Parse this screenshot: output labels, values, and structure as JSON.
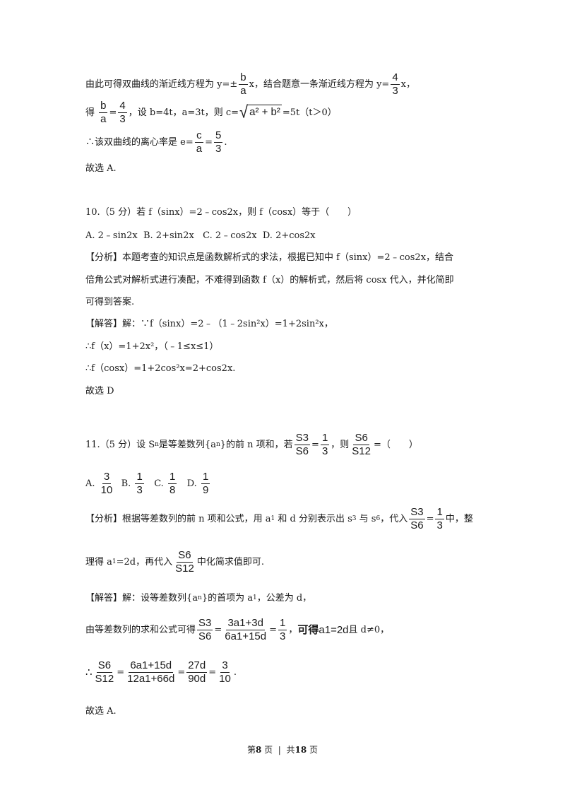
{
  "lines": {
    "l1": {
      "a": "由此可得双曲线的渐近线方程为 y=±",
      "fn": "b",
      "fd": "a",
      "b": "x，结合题意一条渐近线方程为 y=",
      "gn": "4",
      "gd": "3",
      "c": "x，"
    },
    "l2": {
      "a": "得 ",
      "fn": "b",
      "fd": "a",
      "eq": "=",
      "gn": "4",
      "gd": "3",
      "b": "，设 b=4t，a=3t，则 c=",
      "root": "a² + b²",
      "c": "=5t（t＞0）"
    },
    "l3": {
      "a": "∴该双曲线的离心率是 e=",
      "fn": "c",
      "fd": "a",
      "eq": "=",
      "gn": "5",
      "gd": "3",
      "b": "."
    },
    "l4": "故选 A.",
    "q10": "10.（5 分）若 f（sinx）=2﹣cos2x，则 f（cosx）等于（　　）",
    "q10_opts": "A. 2﹣sin2x  B. 2+sin2x   C. 2﹣cos2x  D. 2+cos2x",
    "q10_an1": "【分析】本题考查的知识点是函数解析式的求法，根据已知中 f（sinx）=2﹣cos2x，结合",
    "q10_an2": "倍角公式对解析式进行凑配，不难得到函数 f（x）的解析式，然后将 cosx 代入，并化简即",
    "q10_an3": "可得到答案.",
    "q10_s1": "【解答】解：∵f（sinx）=2﹣（1﹣2sin²x）=1+2sin²x，",
    "q10_s2": "∴f（x）=1+2x²，（﹣1≤x≤1）",
    "q10_s3": "∴f（cosx）=1+2cos²x=2+cos2x.",
    "q10_end": "故选 D",
    "q11": {
      "a": "11.（5 分）设 S",
      "sub_n": "n",
      "b": "是等差数列{a",
      "c": "}的前 n 项和，若",
      "fn": "S3",
      "fd": "S6",
      "eq": "=",
      "gn": "1",
      "gd": "3",
      "d": "，则",
      "hn": "S6",
      "hd": "S12",
      "e": "=（　　）"
    },
    "q11_opts": {
      "A": "A.",
      "An": "3",
      "Ad": "10",
      "B": "B.",
      "Bn": "1",
      "Bd": "3",
      "C": "C.",
      "Cn": "1",
      "Cd": "8",
      "D": "D.",
      "Dn": "1",
      "Dd": "9"
    },
    "q11_an1": {
      "a": "【分析】根据等差数列的前 n 项和公式，用 a",
      "s1": "1",
      "b": " 和 d 分别表示出 s",
      "s3": "3",
      "c": " 与 s",
      "s6": "6",
      "d": "，代入",
      "fn": "S3",
      "fd": "S6",
      "eq": "=",
      "gn": "1",
      "gd": "3",
      "e": "中，整"
    },
    "q11_an2": {
      "a": "理得 a",
      "s1": "1",
      "b": "=2d，再代入",
      "fn": "S6",
      "fd": "S12",
      "c": "中化简求值即可."
    },
    "q11_s1": {
      "a": "【解答】解：设等差数列{a",
      "sn": "n",
      "b": "}的首项为 a",
      "s1": "1",
      "c": "，公差为 d，"
    },
    "q11_s2": {
      "a": "由等差数列的求和公式可得",
      "fn": "S3",
      "fd": "S6",
      "eq1": "=",
      "gn": "3a1+3d",
      "gd": "6a1+15d",
      "eq2": "=",
      "hn": "1",
      "hd": "3",
      "b": "，",
      "c": "可得",
      "d": "a1=2d",
      "e": "且 d≠0，"
    },
    "q11_s3": {
      "a": "∴",
      "fn": "S6",
      "fd": "S12",
      "eq1": "=",
      "gn": "6a1+15d",
      "gd": "12a1+66d",
      "eq2": "=",
      "hn": "27d",
      "hd": "90d",
      "eq3": "=",
      "in": "3",
      "id": "10",
      "b": "."
    },
    "q11_end": "故选 A."
  },
  "footer": {
    "prefix": "第",
    "page": "8",
    "mid": " 页  |  共",
    "total": "18",
    "suffix": " 页"
  }
}
